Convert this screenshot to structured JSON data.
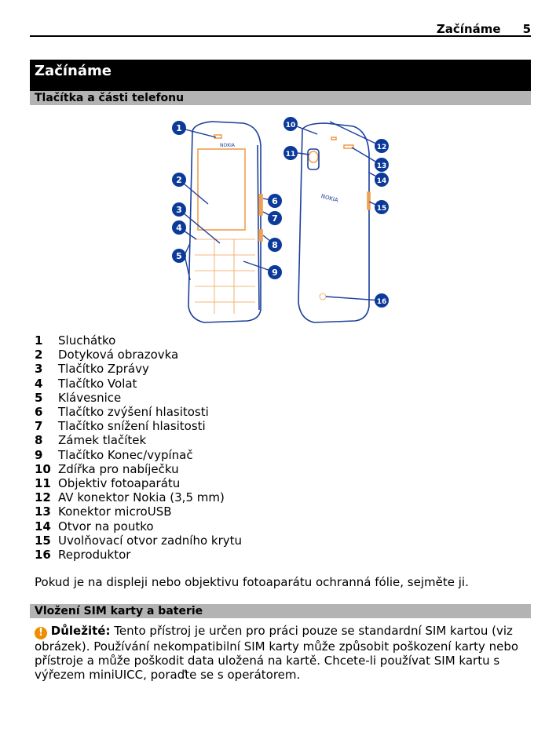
{
  "running_header": {
    "title": "Začínáme",
    "page": "5"
  },
  "chapter_title": "Začínáme",
  "section1": {
    "title": "Tlačítka a části telefonu",
    "diagram": {
      "front_logo": "NOKIA",
      "back_logo": "NOKIA",
      "callouts": [
        "1",
        "2",
        "3",
        "4",
        "5",
        "6",
        "7",
        "8",
        "9",
        "10",
        "11",
        "12",
        "13",
        "14",
        "15",
        "16"
      ]
    },
    "items": [
      {
        "num": "1",
        "label": "Sluchátko"
      },
      {
        "num": "2",
        "label": "Dotyková obrazovka"
      },
      {
        "num": "3",
        "label": "Tlačítko Zprávy"
      },
      {
        "num": "4",
        "label": "Tlačítko Volat"
      },
      {
        "num": "5",
        "label": "Klávesnice"
      },
      {
        "num": "6",
        "label": "Tlačítko zvýšení hlasitosti"
      },
      {
        "num": "7",
        "label": "Tlačítko snížení hlasitosti"
      },
      {
        "num": "8",
        "label": "Zámek tlačítek"
      },
      {
        "num": "9",
        "label": "Tlačítko Konec/vypínač"
      },
      {
        "num": "10",
        "label": "Zdířka pro nabíječku"
      },
      {
        "num": "11",
        "label": "Objektiv fotoaparátu"
      },
      {
        "num": "12",
        "label": "AV konektor Nokia (3,5 mm)"
      },
      {
        "num": "13",
        "label": "Konektor microUSB"
      },
      {
        "num": "14",
        "label": "Otvor na poutko"
      },
      {
        "num": "15",
        "label": "Uvolňovací otvor zadního krytu"
      },
      {
        "num": "16",
        "label": "Reproduktor"
      }
    ],
    "note": "Pokud je na displeji nebo objektivu fotoaparátu ochranná fólie, sejměte ji."
  },
  "section2": {
    "title": "Vložení SIM karty a baterie",
    "important_icon": "!",
    "important_label": "Důležité:",
    "important_text": " Tento přístroj je určen pro práci pouze se standardní SIM kartou (viz obrázek). Používání nekompatibilní SIM karty může způsobit poškození karty nebo přístroje a může poškodit data uložená na kartě. Chcete-li používat SIM kartu s výřezem miniUICC, poraďte se s operátorem."
  },
  "colors": {
    "accent": "#f0a050",
    "outline": "#1c3f9c",
    "callout": "#0b3a9a"
  }
}
